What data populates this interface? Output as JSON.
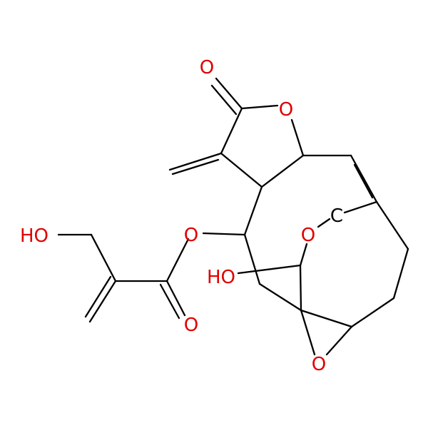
{
  "colors": {
    "bond": "#000000",
    "oxygen": "#e00000",
    "carbon": "#000000",
    "background": "#ffffff"
  },
  "atoms": {
    "carbonyl_o_top": "O",
    "lactone_ring_o": "O",
    "ester_o": "O",
    "ester_carbonyl_o": "O",
    "hydroxymethyl_oh": "HO",
    "bridge_o": "O",
    "bridge_c": "C",
    "hydroxy_oh": "HO",
    "epoxide_o": "O"
  }
}
